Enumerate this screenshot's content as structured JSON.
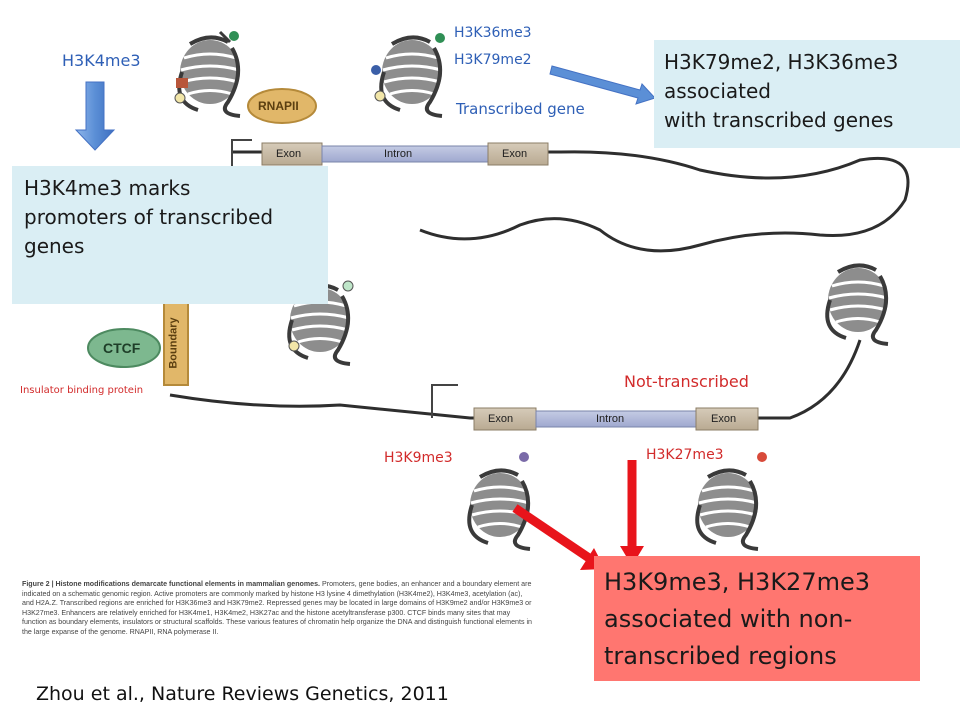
{
  "labels": {
    "h3k4me3": "H3K4me3",
    "h3k36me3": "H3K36me3",
    "h3k79me2": "H3K79me2",
    "transcribed_gene": "Transcribed gene",
    "not_transcribed": "Not-transcribed",
    "h3k9me3": "H3K9me3",
    "h3k27me3": "H3K27me3",
    "insulator": "Insulator binding protein"
  },
  "diagram": {
    "rnapii": "RNAPII",
    "ctcf": "CTCF",
    "boundary": "Boundary",
    "gene_top": [
      "Exon",
      "Intron",
      "Exon"
    ],
    "gene_bottom": [
      "Exon",
      "Intron",
      "Exon"
    ]
  },
  "boxes": {
    "k79_k36": [
      "H3K79me2, H3K36me3",
      "associated",
      "with transcribed genes"
    ],
    "k4": [
      "H3K4me3 marks",
      "promoters of transcribed",
      "genes"
    ],
    "k9_k27": [
      "H3K9me3, H3K27me3",
      "associated with non-",
      "transcribed regions"
    ]
  },
  "caption": {
    "lead": "Figure 2 | Histone modifications demarcate functional elements in mammalian genomes.",
    "body": "Promoters, gene bodies, an enhancer and a boundary element are indicated on a schematic genomic region. Active promoters are commonly marked by histone H3 lysine 4 dimethylation (H3K4me2), H3K4me3, acetylation (ac), and H2A.Z. Transcribed regions are enriched for H3K36me3 and H3K79me2. Repressed genes may be located in large domains of H3K9me2 and/or H3K9me3 or H3K27me3. Enhancers are relatively enriched for H3K4me1, H3K4me2, H3K27ac and the histone acetyltransferase p300. CTCF binds many sites that may function as boundary elements, insulators or structural scaffolds. These various features of chromatin help organize the DNA and distinguish functional elements in the large expanse of the genome. RNAPII, RNA polymerase II."
  },
  "citation": "Zhou et al., Nature Reviews Genetics, 2011",
  "colors": {
    "blue_text": "#2e5fb6",
    "red_text": "#d22b2b",
    "light_box": "#daeef4",
    "red_box": "#ff7670",
    "arrow_blue": "#5b8fd6",
    "arrow_red": "#e8141b"
  }
}
